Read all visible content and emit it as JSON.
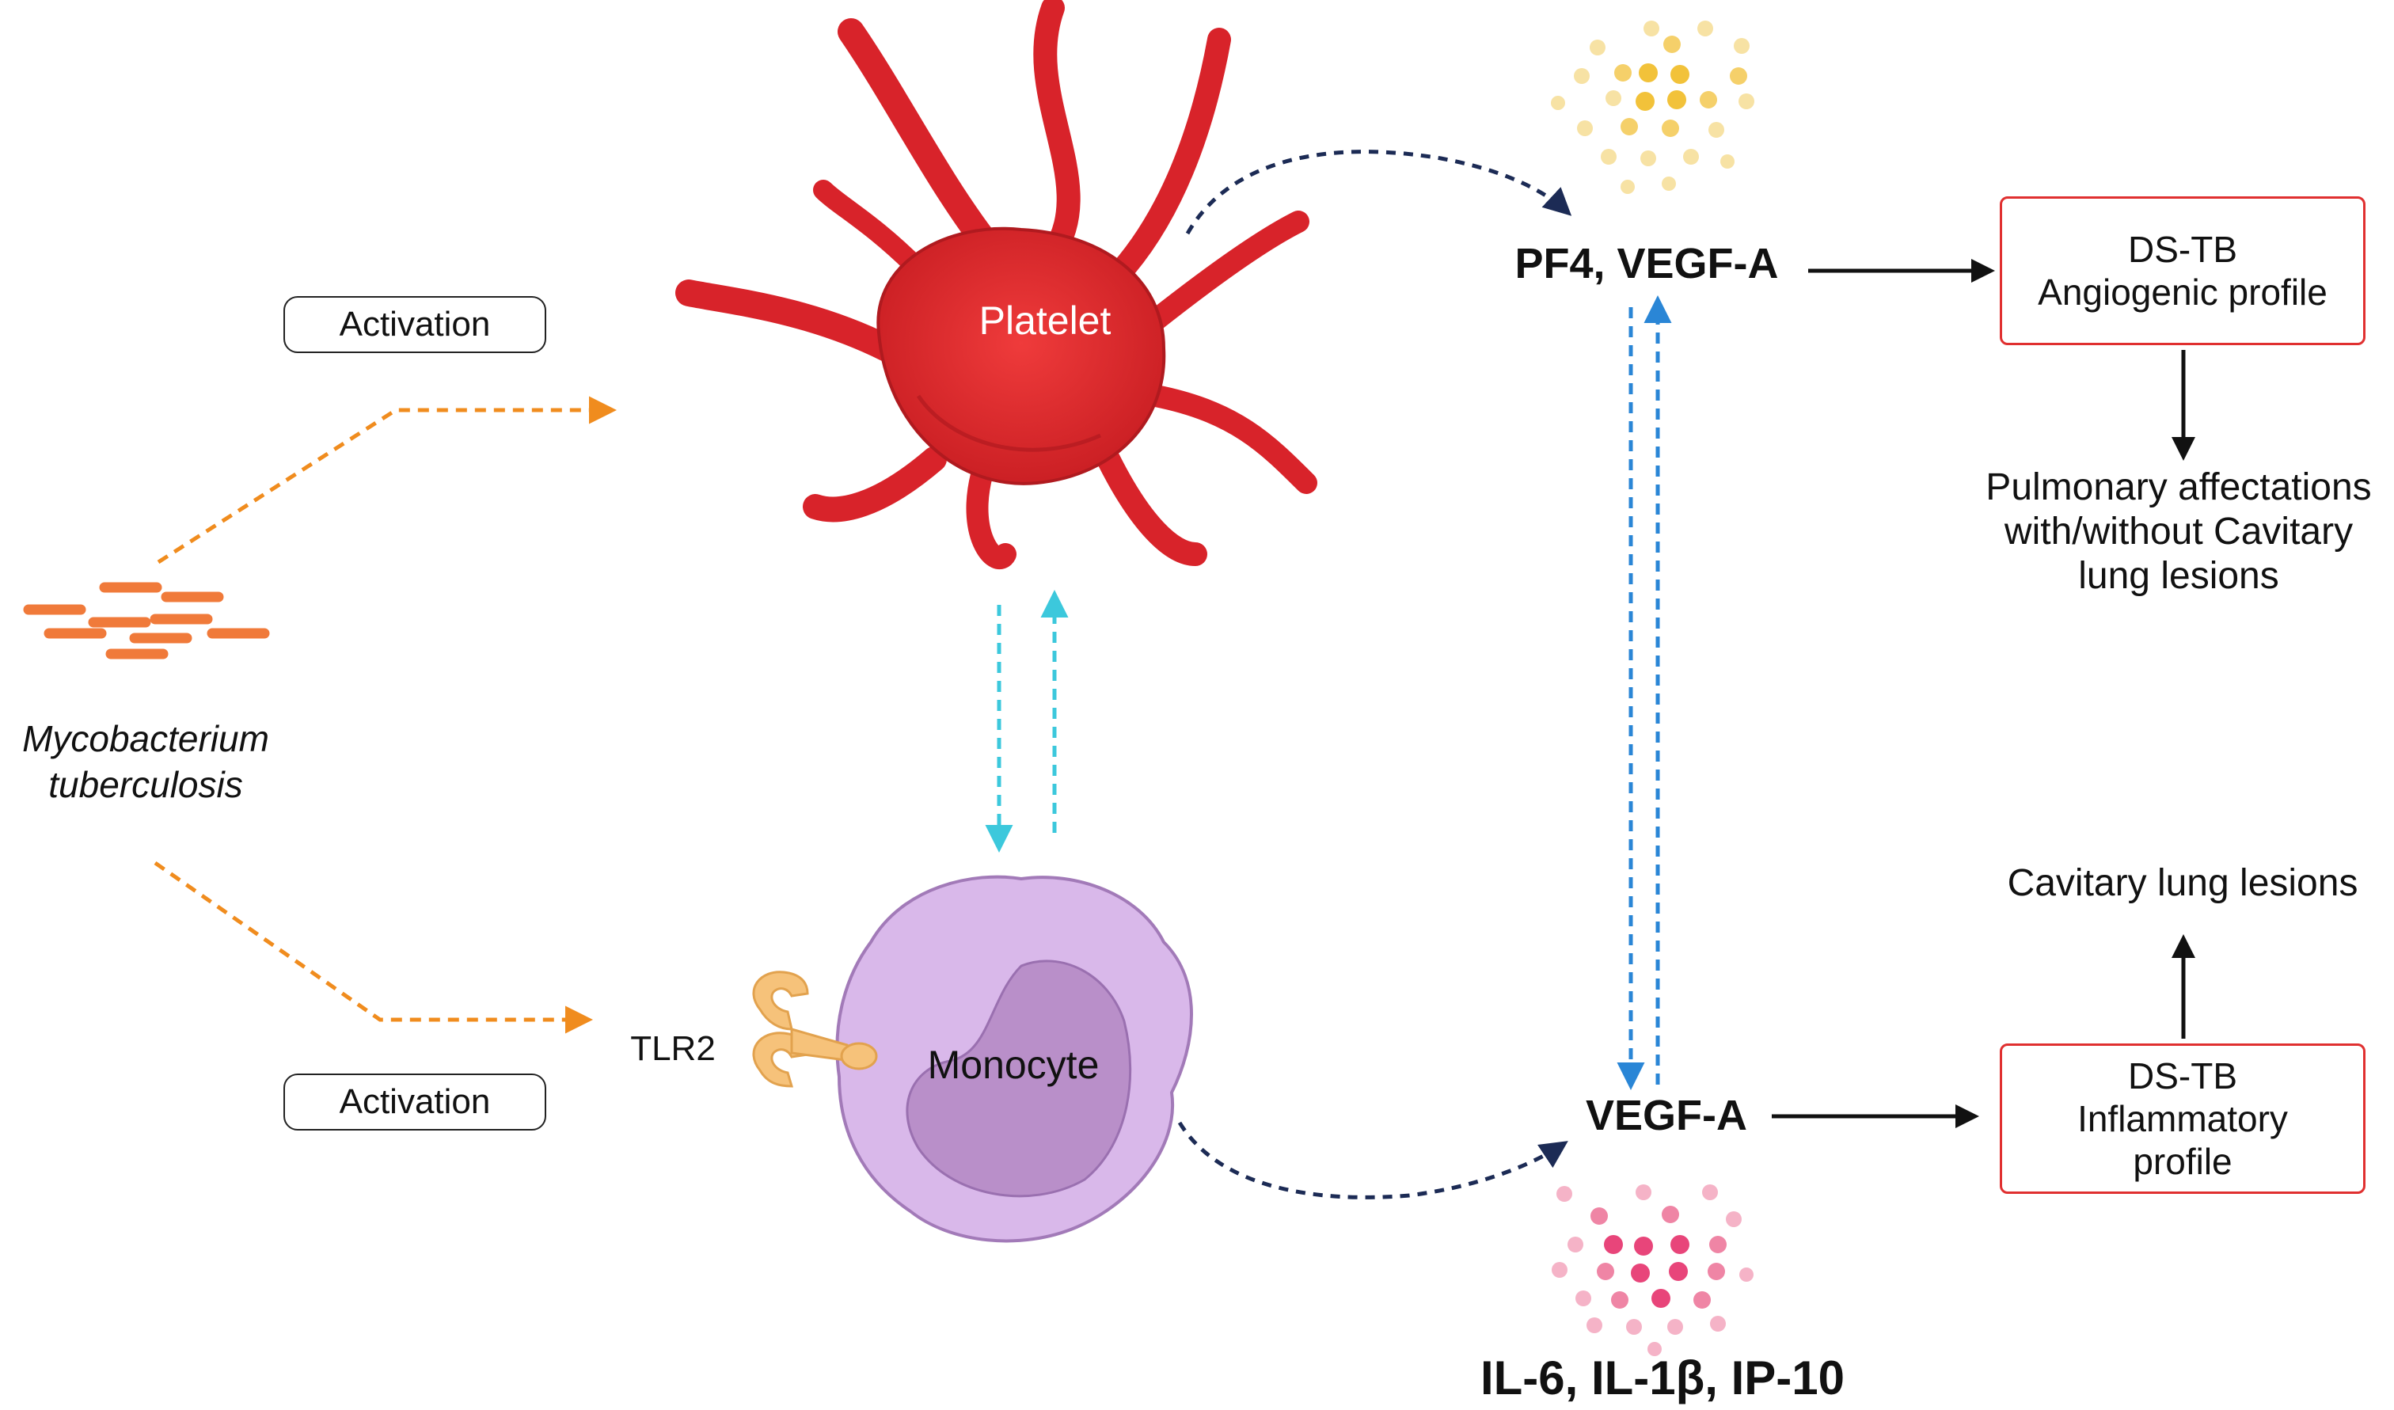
{
  "bacterium": {
    "name_line1": "Mycobacterium",
    "name_line2": "tuberculosis"
  },
  "activation_labels": {
    "top": "Activation",
    "bottom": "Activation"
  },
  "cells": {
    "platelet": "Platelet",
    "monocyte": "Monocyte",
    "receptor": "TLR2"
  },
  "mediators": {
    "platelet_out": "PF4, VEGF-A",
    "monocyte_out": "VEGF-A",
    "cytokines": "IL-6, IL-1β, IP-10"
  },
  "profiles": {
    "angiogenic": {
      "line1": "DS-TB",
      "line2": "Angiogenic profile"
    },
    "inflammatory": {
      "line1": "DS-TB",
      "line2": "Inflammatory",
      "line3": "profile"
    }
  },
  "outcomes": {
    "pulmonary_line1": "Pulmonary affectations",
    "pulmonary_line2": "with/without Cavitary",
    "pulmonary_line3": "lung lesions",
    "cavitary": "Cavitary lung lesions"
  },
  "colors": {
    "bacteria": "#f07a3a",
    "activation_arrow": "#f08c1e",
    "platelet": "#e0262b",
    "monocyte_outer": "#d9b8ea",
    "monocyte_nucleus": "#b98fc9",
    "receptor": "#f6c27a",
    "navy_arrow": "#1c2b55",
    "cyan_arrow": "#3cc8dc",
    "blue_arrow": "#2a86d6",
    "granule_yellow": "#f2c23a",
    "granule_pink": "#e8457a",
    "box_border": "#e03030"
  }
}
